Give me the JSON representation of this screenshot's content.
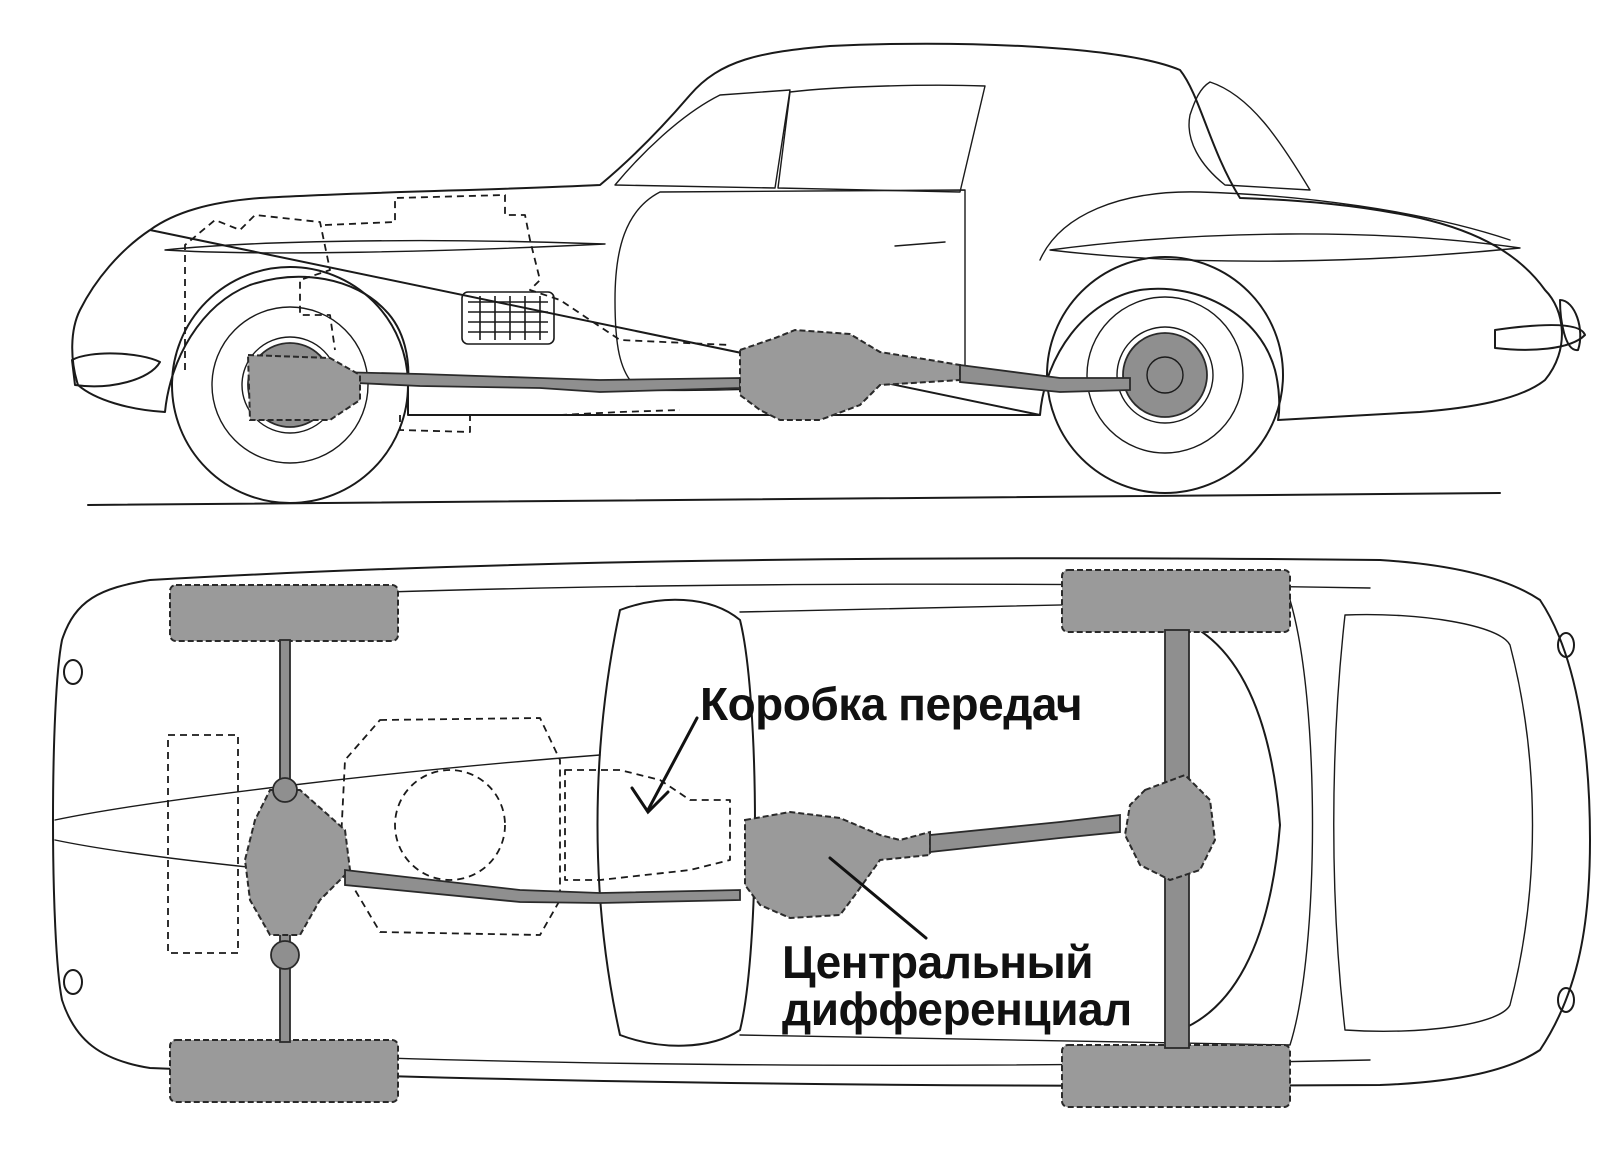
{
  "labels": {
    "gearbox": "Коробка передач",
    "center_diff_line1": "Центральный",
    "center_diff_line2": "дифференциал"
  },
  "colors": {
    "ink": "#1a1a1a",
    "shading": "#9a9a9a",
    "background": "#ffffff"
  }
}
